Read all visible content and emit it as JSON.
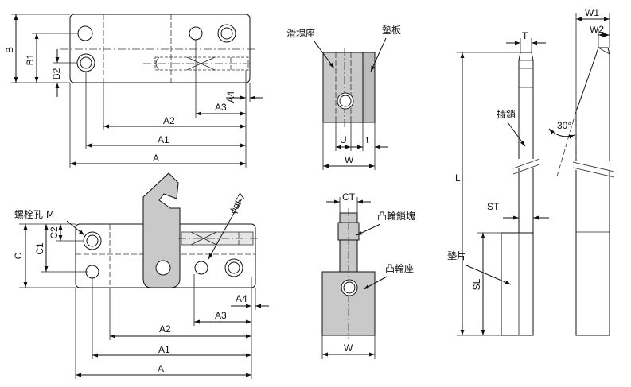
{
  "top_view": {
    "dims": {
      "A": "A",
      "A1": "A1",
      "A2": "A2",
      "A3": "A3",
      "A4": "A4",
      "B": "B",
      "B1": "B1",
      "B2": "B2"
    }
  },
  "front_view": {
    "dims": {
      "A": "A",
      "A1": "A1",
      "A2": "A2",
      "A3": "A3",
      "A4": "A4",
      "C": "C",
      "C1": "C1",
      "C2": "C2"
    },
    "labels": {
      "bolt_hole": "螺栓孔 M",
      "dowel": "ϕdF7"
    }
  },
  "slider_view": {
    "labels": {
      "slide_block": "滑塊座",
      "pad_plate": "墊板"
    },
    "dims": {
      "U": "U",
      "t": "t",
      "W": "W"
    }
  },
  "cam_view": {
    "labels": {
      "cam_lock": "凸輪鎖塊",
      "cam_seat": "凸輪座"
    },
    "dims": {
      "CT": "CT",
      "W": "W"
    }
  },
  "pin_view": {
    "labels": {
      "pin": "插銷",
      "shim": "墊片"
    },
    "dims": {
      "T": "T",
      "ST": "ST",
      "L": "L",
      "SL": "SL",
      "W1": "W1",
      "W2": "W2",
      "angle": "30°"
    }
  }
}
